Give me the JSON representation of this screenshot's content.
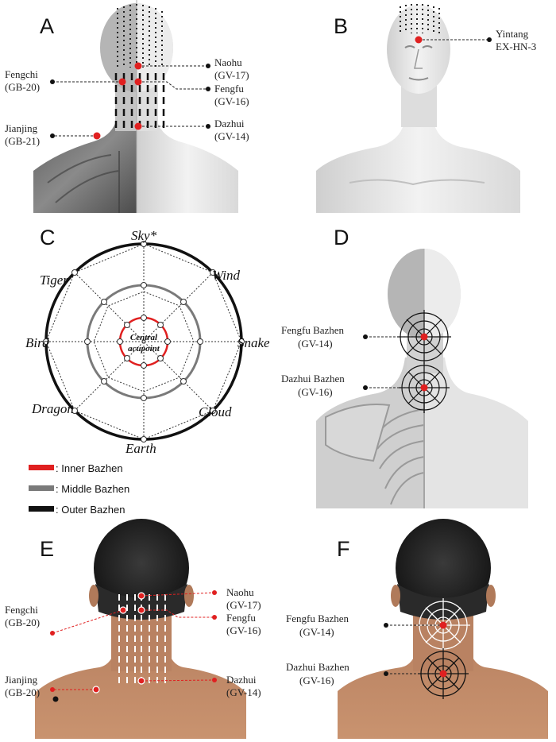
{
  "colors": {
    "acupoint_red": "#e02020",
    "inner_bazhen": "#e02020",
    "middle_bazhen": "#7a7a7a",
    "outer_bazhen": "#111111"
  },
  "panels": {
    "a": {
      "letter": "A",
      "naohu": {
        "name": "Naohu",
        "code": "(GV-17)"
      },
      "fengchi": {
        "name": "Fengchi",
        "code": "(GB-20)"
      },
      "fengfu": {
        "name": "Fengfu",
        "code": "(GV-16)"
      },
      "dazhui": {
        "name": "Dazhui",
        "code": "(GV-14)"
      },
      "jianjing": {
        "name": "Jianjing",
        "code": "(GB-21)"
      }
    },
    "b": {
      "letter": "B",
      "yintang": {
        "name": "Yintang",
        "code": "EX-HN-3"
      }
    },
    "c": {
      "letter": "C",
      "center_line1": "Central",
      "center_line2": "acupoint",
      "directions": {
        "sky": "Sky*",
        "wind": "Wind",
        "snake": "Snake",
        "cloud": "Cloud",
        "earth": "Earth",
        "dragon": "Dragon",
        "bird": "Bird",
        "tiger": "Tiger"
      },
      "legend": {
        "inner": ": Inner Bazhen",
        "middle": ": Middle Bazhen",
        "outer": ": Outer Bazhen"
      }
    },
    "d": {
      "letter": "D",
      "fengfu": {
        "name": "Fengfu Bazhen",
        "code": "(GV-14)"
      },
      "dazhui": {
        "name": "Dazhui Bazhen",
        "code": "(GV-16)"
      }
    },
    "e": {
      "letter": "E",
      "naohu": {
        "name": "Naohu",
        "code": "(GV-17)"
      },
      "fengchi": {
        "name": "Fengchi",
        "code": "(GB-20)"
      },
      "fengfu": {
        "name": "Fengfu",
        "code": "(GV-16)"
      },
      "dazhui": {
        "name": "Dazhui",
        "code": "(GV-14)"
      },
      "jianjing": {
        "name": "Jianjing",
        "code": "(GB-20)"
      }
    },
    "f": {
      "letter": "F",
      "fengfu": {
        "name": "Fengfu Bazhen",
        "code": "(GV-14)"
      },
      "dazhui": {
        "name": "Dazhui Bazhen",
        "code": "(GV-16)"
      }
    }
  }
}
